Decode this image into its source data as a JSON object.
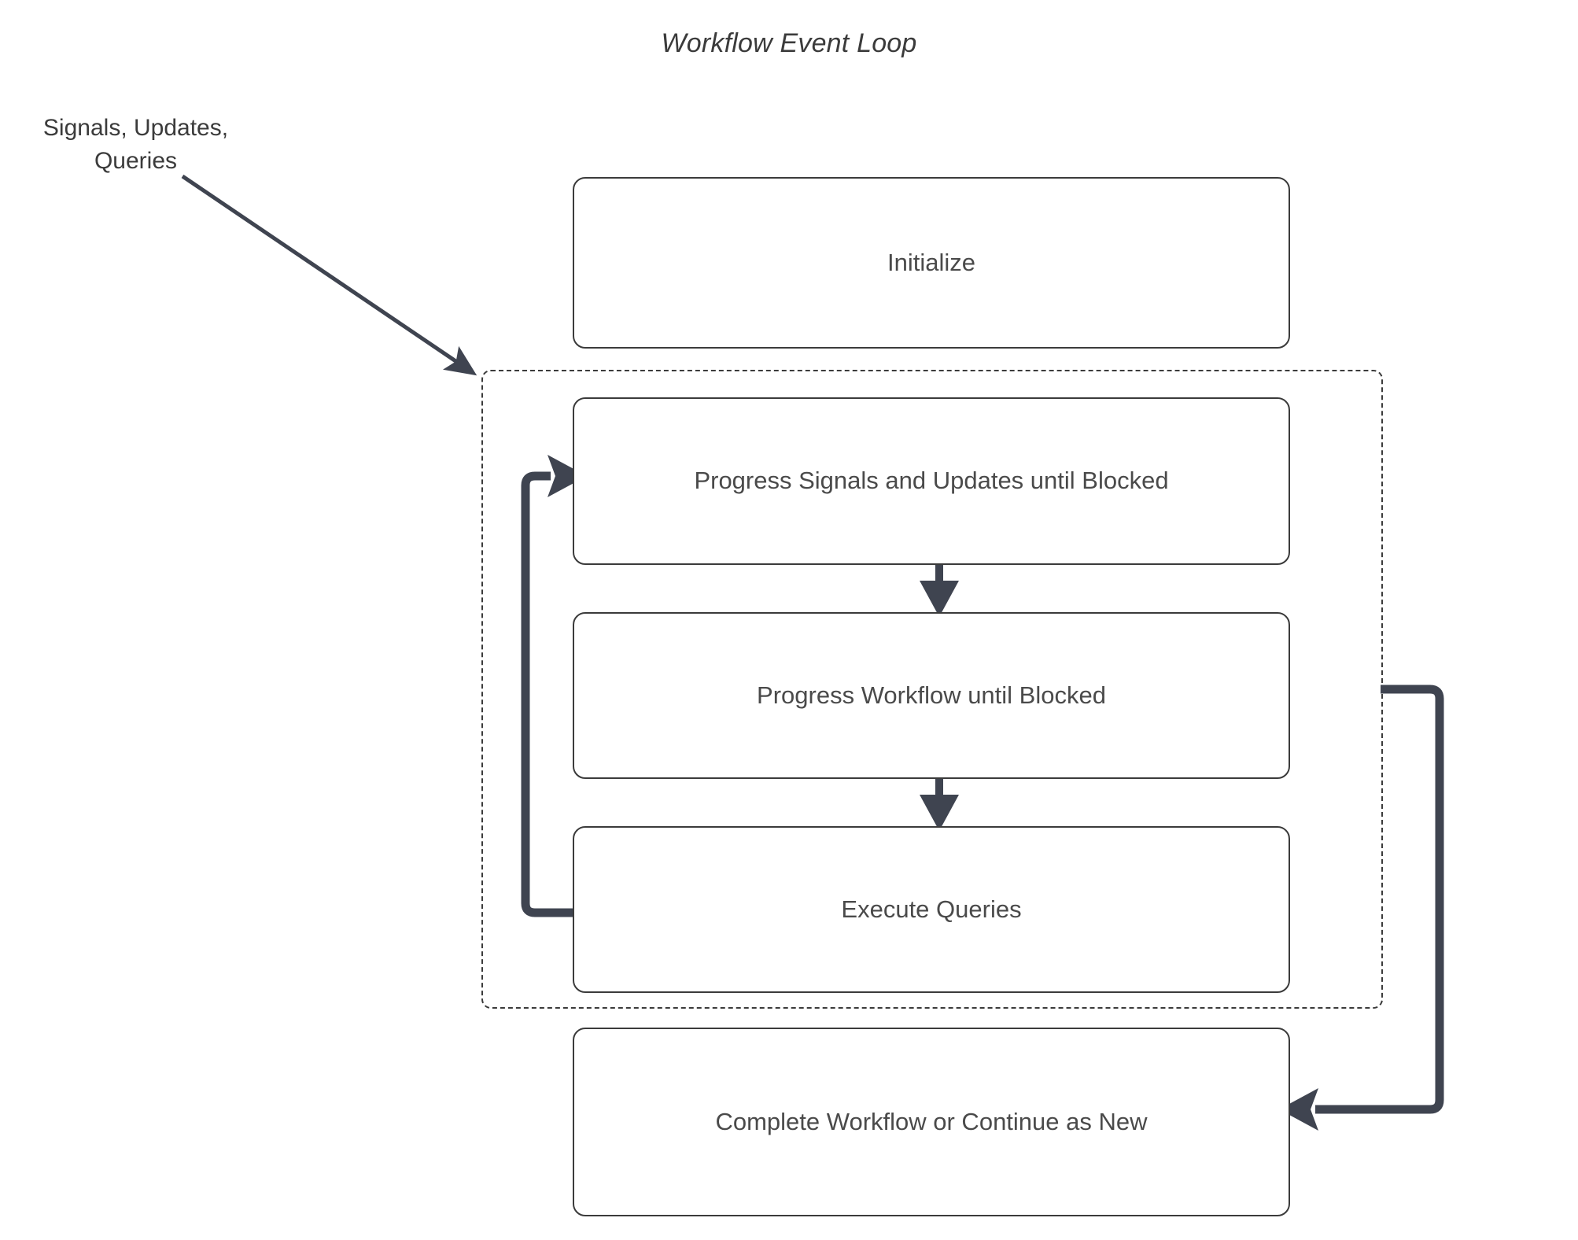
{
  "diagram": {
    "title": "Workflow Event Loop",
    "external_input_label": "Signals, Updates,\nQueries",
    "colors": {
      "box_border": "#3b3b3b",
      "text": "#4a4a4a",
      "loop_arrow": "#3f4450",
      "thin_arrow": "#3f4450",
      "dashed_region": "#3b3b3b",
      "background": "#ffffff"
    },
    "nodes": [
      {
        "id": "initialize",
        "label": "Initialize"
      },
      {
        "id": "progress-signals-updates",
        "label": "Progress Signals and Updates until Blocked"
      },
      {
        "id": "progress-workflow",
        "label": "Progress Workflow until Blocked"
      },
      {
        "id": "execute-queries",
        "label": "Execute Queries"
      },
      {
        "id": "complete-workflow",
        "label": "Complete Workflow or Continue as New"
      }
    ],
    "loop_region": {
      "style": "dashed",
      "contains": [
        "progress-signals-updates",
        "progress-workflow",
        "execute-queries"
      ]
    },
    "edges": [
      {
        "id": "external-input",
        "from": "Signals, Updates, Queries",
        "to": "loop-region",
        "style": "thin-diagonal-arrow"
      },
      {
        "id": "signals-to-workflow",
        "from": "progress-signals-updates",
        "to": "progress-workflow",
        "style": "down-arrow"
      },
      {
        "id": "workflow-to-queries",
        "from": "progress-workflow",
        "to": "execute-queries",
        "style": "down-arrow"
      },
      {
        "id": "queries-back-to-signals",
        "from": "execute-queries",
        "to": "progress-signals-updates",
        "style": "thick-left-loop-arrow"
      },
      {
        "id": "loop-to-complete",
        "from": "loop-region",
        "to": "complete-workflow",
        "style": "thick-right-loop-arrow"
      }
    ]
  }
}
